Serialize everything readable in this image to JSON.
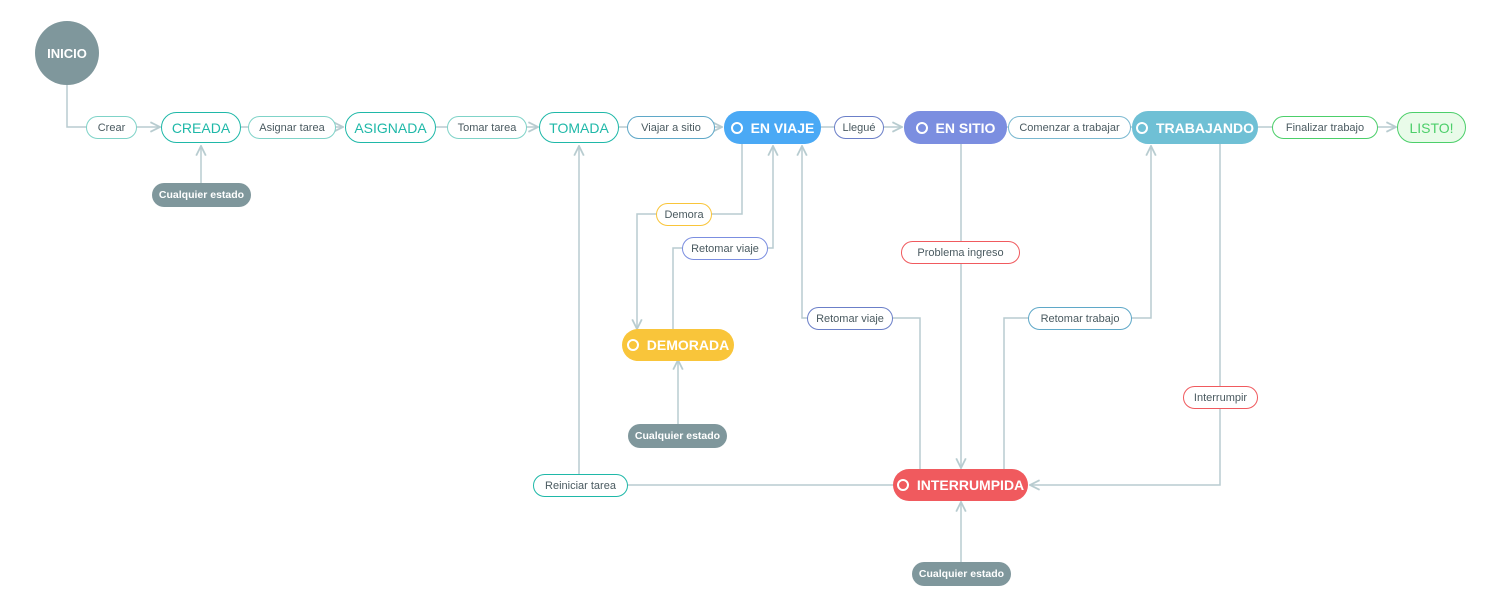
{
  "start": "INICIO",
  "states": {
    "creada": "CREADA",
    "asignada": "ASIGNADA",
    "tomada": "TOMADA",
    "en_viaje": "EN VIAJE",
    "en_sitio": "EN SITIO",
    "trabajando": "TRABAJANDO",
    "listo": "LISTO!",
    "demorada": "DEMORADA",
    "interrumpida": "INTERRUMPIDA"
  },
  "transitions": {
    "crear": "Crear",
    "asignar_tarea": "Asignar tarea",
    "tomar_tarea": "Tomar tarea",
    "viajar_a_sitio": "Viajar a sitio",
    "llegue": "Llegué",
    "comenzar_a_trabajar": "Comenzar a trabajar",
    "finalizar_trabajo": "Finalizar trabajo",
    "demora": "Demora",
    "retomar_viaje_1": "Retomar viaje",
    "retomar_viaje_2": "Retomar viaje",
    "problema_ingreso": "Problema ingreso",
    "retomar_trabajo": "Retomar trabajo",
    "interrumpir": "Interrumpir",
    "reiniciar_tarea": "Reiniciar tarea"
  },
  "any_state": {
    "creada": "Cualquier estado",
    "demorada": "Cualquier estado",
    "interrumpida": "Cualquier estado"
  },
  "colors": {
    "teal": "#1fb8a8",
    "en_viaje": "#4aa9f5",
    "en_sitio": "#7b8ee0",
    "trabajando": "#6fc0d5",
    "listo": "#4ccf6a",
    "demorada": "#f9c53a",
    "interrumpida": "#f05a5e",
    "any_state": "#7f979c",
    "connector": "#b8ccd0"
  }
}
